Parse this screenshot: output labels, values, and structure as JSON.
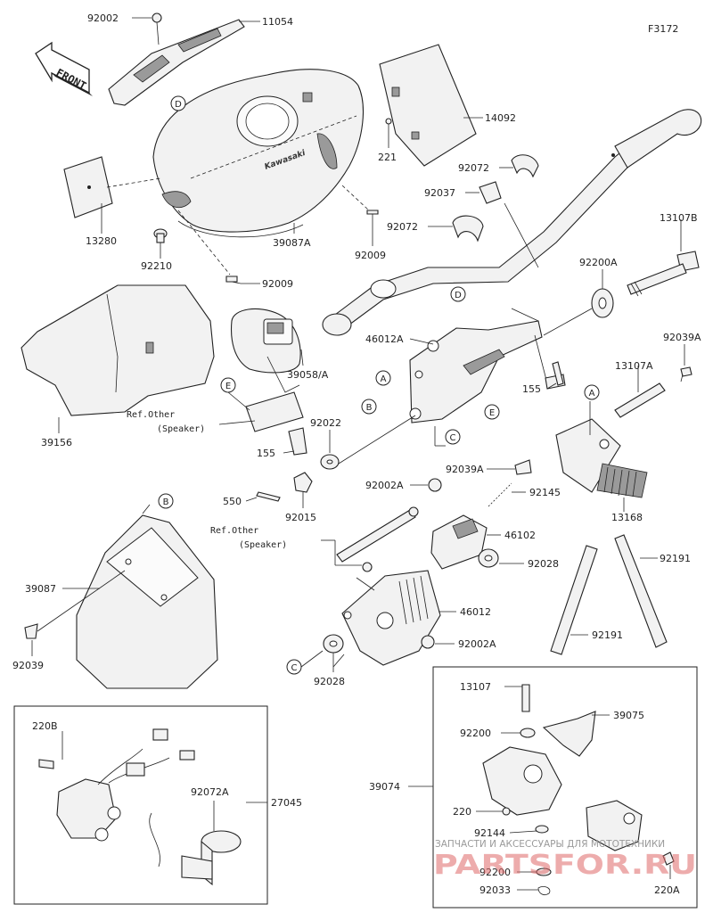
{
  "figure_code": "F3172",
  "front_label": "FRONT",
  "parts": [
    {
      "id": "p-92002-top",
      "text": "92002"
    },
    {
      "id": "p-11054",
      "text": "11054"
    },
    {
      "id": "p-14092",
      "text": "14092"
    },
    {
      "id": "p-221",
      "text": "221"
    },
    {
      "id": "p-92072-a",
      "text": "92072"
    },
    {
      "id": "p-92037",
      "text": "92037"
    },
    {
      "id": "p-92072-b",
      "text": "92072"
    },
    {
      "id": "p-13280",
      "text": "13280"
    },
    {
      "id": "p-39087A",
      "text": "39087A"
    },
    {
      "id": "p-92009-a",
      "text": "92009"
    },
    {
      "id": "p-92210",
      "text": "92210"
    },
    {
      "id": "p-92009-b",
      "text": "92009"
    },
    {
      "id": "p-13107B",
      "text": "13107B"
    },
    {
      "id": "p-92200A",
      "text": "92200A"
    },
    {
      "id": "p-46012A",
      "text": "46012A"
    },
    {
      "id": "p-39058A",
      "text": "39058/A"
    },
    {
      "id": "p-92039A-top",
      "text": "92039A"
    },
    {
      "id": "p-13107A",
      "text": "13107A"
    },
    {
      "id": "p-155-a",
      "text": "155"
    },
    {
      "id": "p-39156",
      "text": "39156"
    },
    {
      "id": "p-ref-other-1a",
      "text": "Ref.Other"
    },
    {
      "id": "p-ref-other-1b",
      "text": "(Speaker)"
    },
    {
      "id": "p-92022",
      "text": "92022"
    },
    {
      "id": "p-155-b",
      "text": "155"
    },
    {
      "id": "p-92039A-mid",
      "text": "92039A"
    },
    {
      "id": "p-13168",
      "text": "13168"
    },
    {
      "id": "p-92002A-a",
      "text": "92002A"
    },
    {
      "id": "p-92145",
      "text": "92145"
    },
    {
      "id": "p-550",
      "text": "550"
    },
    {
      "id": "p-92015",
      "text": "92015"
    },
    {
      "id": "p-ref-other-2a",
      "text": "Ref.Other"
    },
    {
      "id": "p-ref-other-2b",
      "text": "(Speaker)"
    },
    {
      "id": "p-46102",
      "text": "46102"
    },
    {
      "id": "p-92028-a",
      "text": "92028"
    },
    {
      "id": "p-92191-a",
      "text": "92191"
    },
    {
      "id": "p-39087",
      "text": "39087"
    },
    {
      "id": "p-46012",
      "text": "46012"
    },
    {
      "id": "p-92191-b",
      "text": "92191"
    },
    {
      "id": "p-92002A-b",
      "text": "92002A"
    },
    {
      "id": "p-92039",
      "text": "92039"
    },
    {
      "id": "p-92028-b",
      "text": "92028"
    },
    {
      "id": "p-220B",
      "text": "220B"
    },
    {
      "id": "p-92072A",
      "text": "92072A"
    },
    {
      "id": "p-27045",
      "text": "27045"
    },
    {
      "id": "p-13107",
      "text": "13107"
    },
    {
      "id": "p-39075",
      "text": "39075"
    },
    {
      "id": "p-92200",
      "text": "92200"
    },
    {
      "id": "p-39074",
      "text": "39074"
    },
    {
      "id": "p-220",
      "text": "220"
    },
    {
      "id": "p-92144",
      "text": "92144"
    },
    {
      "id": "p-92200-b",
      "text": "92200"
    },
    {
      "id": "p-220A",
      "text": "220A"
    },
    {
      "id": "p-92033",
      "text": "92033"
    }
  ],
  "ref_markers": {
    "A": "A",
    "B": "B",
    "C": "C",
    "D": "D",
    "E": "E"
  },
  "watermark": {
    "tagline": "ЗАПЧАСТИ И АКСЕССУАРЫ ДЛЯ МОТОТЕХНИКИ",
    "brand": "PARTSFOR.RU"
  }
}
